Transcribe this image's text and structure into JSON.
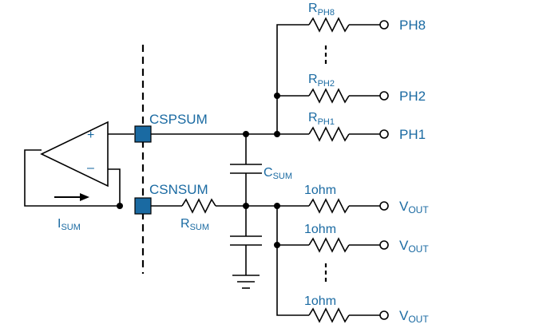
{
  "colors": {
    "wire": "#000000",
    "label": "#1a6aa2",
    "pad": "#1a6aa2"
  },
  "opamp": {
    "plus_sign": "+",
    "minus_sign": "–"
  },
  "pins": {
    "csp": "CSPSUM",
    "csn": "CSNSUM"
  },
  "current": {
    "main": "I",
    "sub": "SUM"
  },
  "r_sum": {
    "main": "R",
    "sub": "SUM"
  },
  "c_sum": {
    "main": "C",
    "sub": "SUM"
  },
  "phase_resistors": [
    {
      "main": "R",
      "sub": "PH8"
    },
    {
      "main": "R",
      "sub": "PH2"
    },
    {
      "main": "R",
      "sub": "PH1"
    }
  ],
  "phase_outputs": [
    "PH8",
    "PH2",
    "PH1"
  ],
  "vout_resistor_label": "1ohm",
  "vout_outputs": [
    {
      "main": "V",
      "sub": "OUT"
    },
    {
      "main": "V",
      "sub": "OUT"
    },
    {
      "main": "V",
      "sub": "OUT"
    }
  ]
}
